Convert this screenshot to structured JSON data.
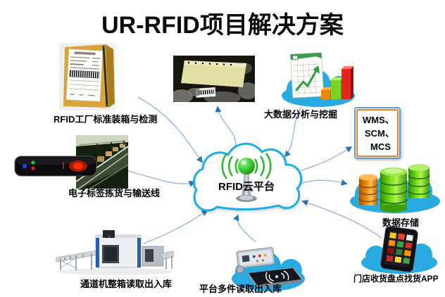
{
  "title": "UR-RFID项目解决方案",
  "center_cloud": {
    "label": "RFID云平台",
    "icon": "wireless-antenna-icon"
  },
  "nodes": {
    "factory_packing": {
      "label": "RFID工厂标准装箱与检测",
      "icon": "carton-box-label-photo"
    },
    "rfid_tag_photo": {
      "label": "",
      "icon": "rfid-tag-paper-photo"
    },
    "pick_conveyor": {
      "label": "电子标签拣货与输送线",
      "icon": "pick-to-light-device-photo"
    },
    "tunnel_reader": {
      "label": "通道机整箱读取出入库",
      "icon": "tunnel-machine-photo"
    },
    "platform_reader": {
      "label": "平台多件读取出入库",
      "icon": "rfid-pad-reader-icon"
    },
    "big_data": {
      "label": "大数据分析与挖掘",
      "icon": "chart-document-icon"
    },
    "systems": {
      "line1": "WMS、",
      "line2": "SCM、",
      "line3": "MCS"
    },
    "data_storage": {
      "label": "数据存储",
      "icon": "database-cylinders-icon"
    },
    "store_app": {
      "label": "门店收货盘点找货APP",
      "icon": "tablet-apps-icon"
    }
  },
  "colors": {
    "cloud_blue": "#29abe2",
    "center_cloud_border": "#1badec",
    "connector_line": "#8fb4dd",
    "arrowhead": "#2e75b6",
    "antenna_green": "#2db82d",
    "systems_border_outer": "#5b9bd5",
    "systems_border_inner": "#ed7d31",
    "title_color": "#0b0b0b"
  }
}
